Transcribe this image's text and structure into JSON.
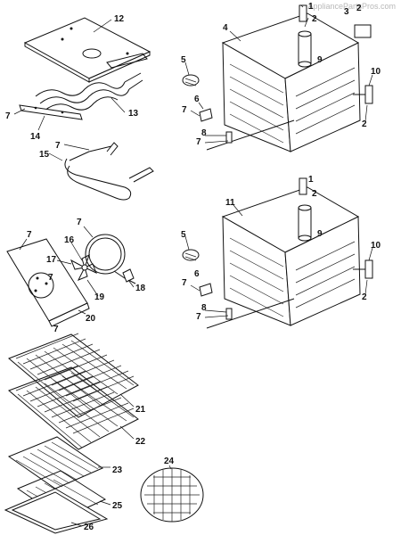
{
  "watermark": "AppliancePartsPros.com",
  "callouts": {
    "c1a": "1",
    "c1b": "1",
    "c2a": "2",
    "c2b": "2",
    "c2c": "2",
    "c2d": "2",
    "c2e": "2",
    "c3": "3",
    "c4": "4",
    "c5a": "5",
    "c5b": "5",
    "c6a": "6",
    "c6b": "6",
    "c7a": "7",
    "c7b": "7",
    "c7c": "7",
    "c7d": "7",
    "c7e": "7",
    "c7f": "7",
    "c7g": "7",
    "c7h": "7",
    "c7i": "7",
    "c7j": "7",
    "c8a": "8",
    "c8b": "8",
    "c9a": "9",
    "c9b": "9",
    "c10a": "10",
    "c10b": "10",
    "c11": "11",
    "c12": "12",
    "c13": "13",
    "c14": "14",
    "c15": "15",
    "c16": "16",
    "c17": "17",
    "c18": "18",
    "c19": "19",
    "c20": "20",
    "c21": "21",
    "c22": "22",
    "c23": "23",
    "c24": "24",
    "c25": "25",
    "c26": "26"
  }
}
